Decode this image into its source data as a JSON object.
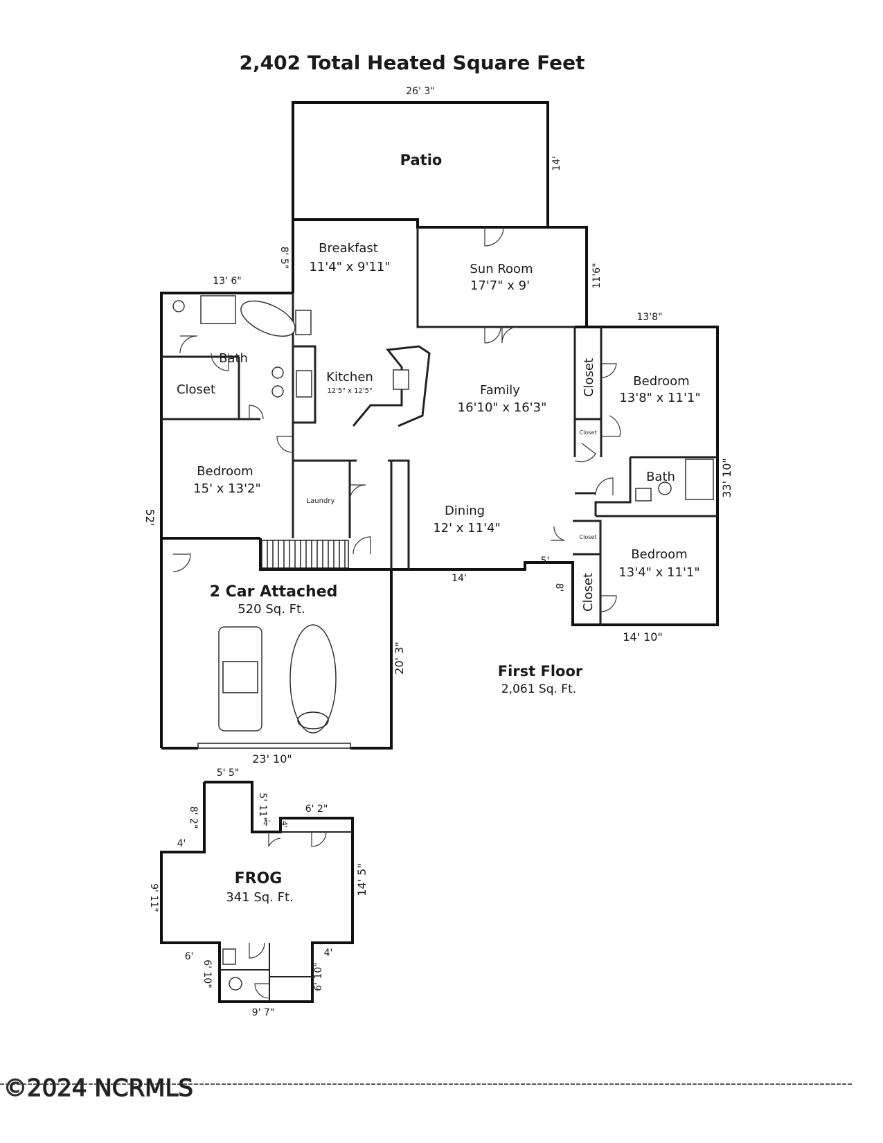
{
  "title": "2,402 Total Heated Square Feet",
  "rooms": {
    "patio": "Patio",
    "breakfast": {
      "name": "Breakfast",
      "size": "11'4\" x 9'11\""
    },
    "sunroom": {
      "name": "Sun Room",
      "size": "17'7\" x 9'"
    },
    "bath_master": "Bath",
    "closet_master": "Closet",
    "kitchen": {
      "name": "Kitchen",
      "size": "12'5\" x 12'5\""
    },
    "family": {
      "name": "Family",
      "size": "16'10\" x 16'3\""
    },
    "bedroom_ne": {
      "name": "Bedroom",
      "size": "13'8\" x 11'1\""
    },
    "closet_ne": "Closet",
    "closet_small_1": "Closet",
    "bedroom_w": {
      "name": "Bedroom",
      "size": "15' x 13'2\""
    },
    "laundry": "Laundry",
    "dining": {
      "name": "Dining",
      "size": "12' x 11'4\""
    },
    "bath_hall": "Bath",
    "closet_small_2": "Closet",
    "bedroom_se": {
      "name": "Bedroom",
      "size": "13'4\" x 11'1\""
    },
    "closet_se": "Closet",
    "garage": {
      "name": "2 Car Attached",
      "size": "520 Sq. Ft."
    },
    "frog": {
      "name": "FROG",
      "size": "341 Sq. Ft."
    }
  },
  "first_floor": {
    "label": "First Floor",
    "size": "2,061 Sq. Ft."
  },
  "dimensions": {
    "patio_width": "26' 3\"",
    "patio_depth": "14'",
    "breakfast_side": "8' 5\"",
    "bath_width": "13' 6\"",
    "sunroom_side": "11'6\"",
    "bedroom_ne_width": "13'8\"",
    "east_depth": "33' 10\"",
    "west_depth": "52'",
    "jog_width": "5'",
    "jog_depth": "8'",
    "dining_width": "14'",
    "garage_depth": "20' 3\"",
    "bedroom_se_width": "14' 10\"",
    "garage_width": "23' 10\"",
    "frog_top": "5' 5\"",
    "frog_step_1": "8' 2\"",
    "frog_step_2": "5' 11\"",
    "frog_step_3": "4'",
    "frog_step_4": "4'",
    "frog_right_top": "6' 2\"",
    "frog_left_step": "4'",
    "frog_left": "9' 11\"",
    "frog_right": "14' 5\"",
    "frog_bottom_left": "6'",
    "frog_bottom_right": "4'",
    "frog_bath_left": "6' 10\"",
    "frog_bath_right": "6' 10\"",
    "frog_bottom": "9' 7\""
  },
  "watermark": "©2024 NCRMLS"
}
